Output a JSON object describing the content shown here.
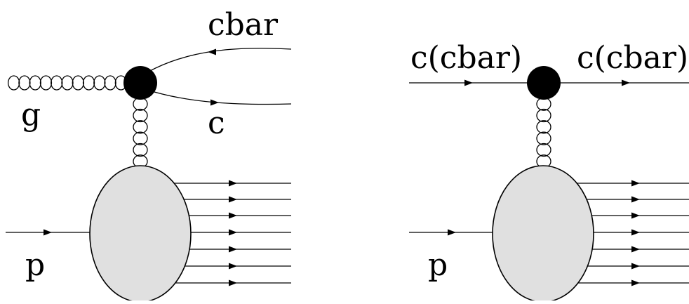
{
  "diagrams": [
    {
      "id": "gluon-fusion",
      "labels": {
        "gluon": "g",
        "antiquark": "cbar",
        "quark": "c",
        "proton": "p"
      }
    },
    {
      "id": "quark-scattering",
      "labels": {
        "incoming": "c(cbar)",
        "outgoing": "c(cbar)",
        "proton": "p"
      }
    }
  ],
  "colors": {
    "line": "#000000",
    "blob_fill": "#e0e0e0",
    "vertex": "#000000"
  }
}
